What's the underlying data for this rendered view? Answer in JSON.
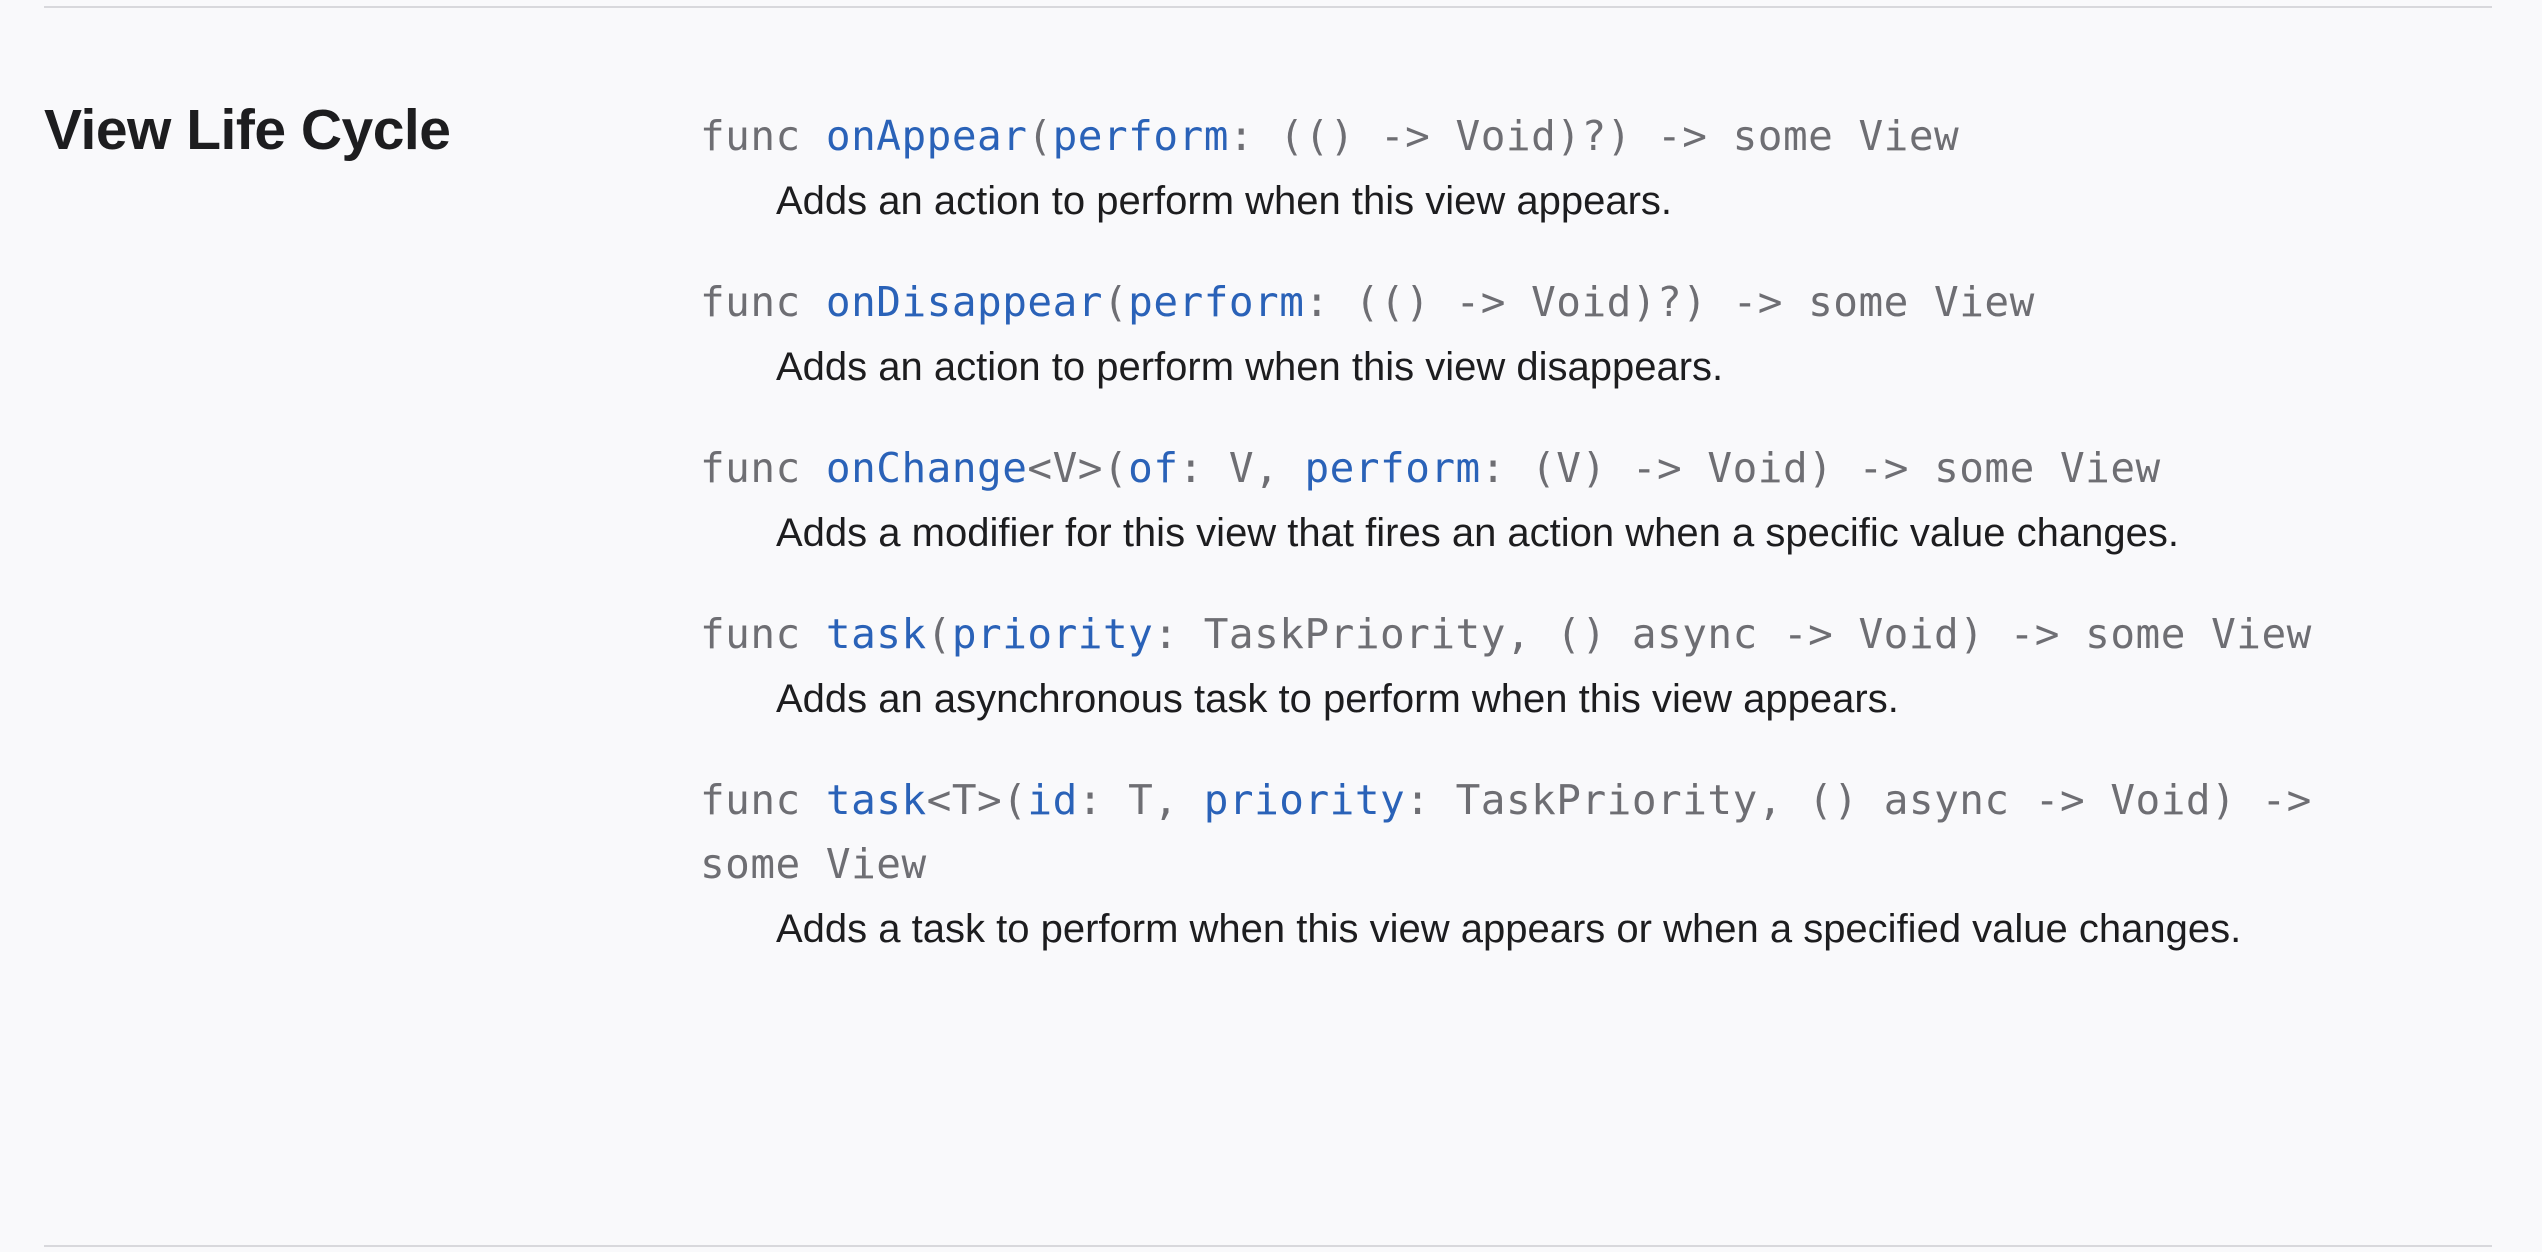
{
  "section": {
    "title": "View Life Cycle"
  },
  "topics": [
    {
      "keyword": "func ",
      "name": "onAppear",
      "sig_a": "(",
      "p1": "perform",
      "sig_b": ": (() -> Void)?) -> some View",
      "abstract": "Adds an action to perform when this view appears."
    },
    {
      "keyword": "func ",
      "name": "onDisappear",
      "sig_a": "(",
      "p1": "perform",
      "sig_b": ": (() -> Void)?) -> some View",
      "abstract": "Adds an action to perform when this view disappears."
    },
    {
      "keyword": "func ",
      "name": "onChange",
      "sig_a": "<V>(",
      "p1": "of",
      "sig_b": ": V, ",
      "p2": "perform",
      "sig_c": ": (V) -> Void) -> some View",
      "abstract": "Adds a modifier for this view that fires an action when a specific value changes."
    },
    {
      "keyword": "func ",
      "name": "task",
      "sig_a": "(",
      "p1": "priority",
      "sig_b": ": TaskPriority, () async -> Void) -> some View",
      "abstract": "Adds an asynchronous task to perform when this view appears."
    },
    {
      "keyword": "func ",
      "name": "task",
      "sig_a": "<T>(",
      "p1": "id",
      "sig_b": ": T, ",
      "p2": "priority",
      "sig_c": ": TaskPriority, () async -> Void) ->",
      "sig_d": "some View",
      "abstract": "Adds a task to perform when this view appears or when a specified value changes."
    }
  ],
  "colors": {
    "background": "#f9f9fb",
    "symbol_link": "#2a62b8",
    "signature_text": "#6e6e73",
    "body_text": "#1d1d1f",
    "rule": "#d8d8dc"
  }
}
